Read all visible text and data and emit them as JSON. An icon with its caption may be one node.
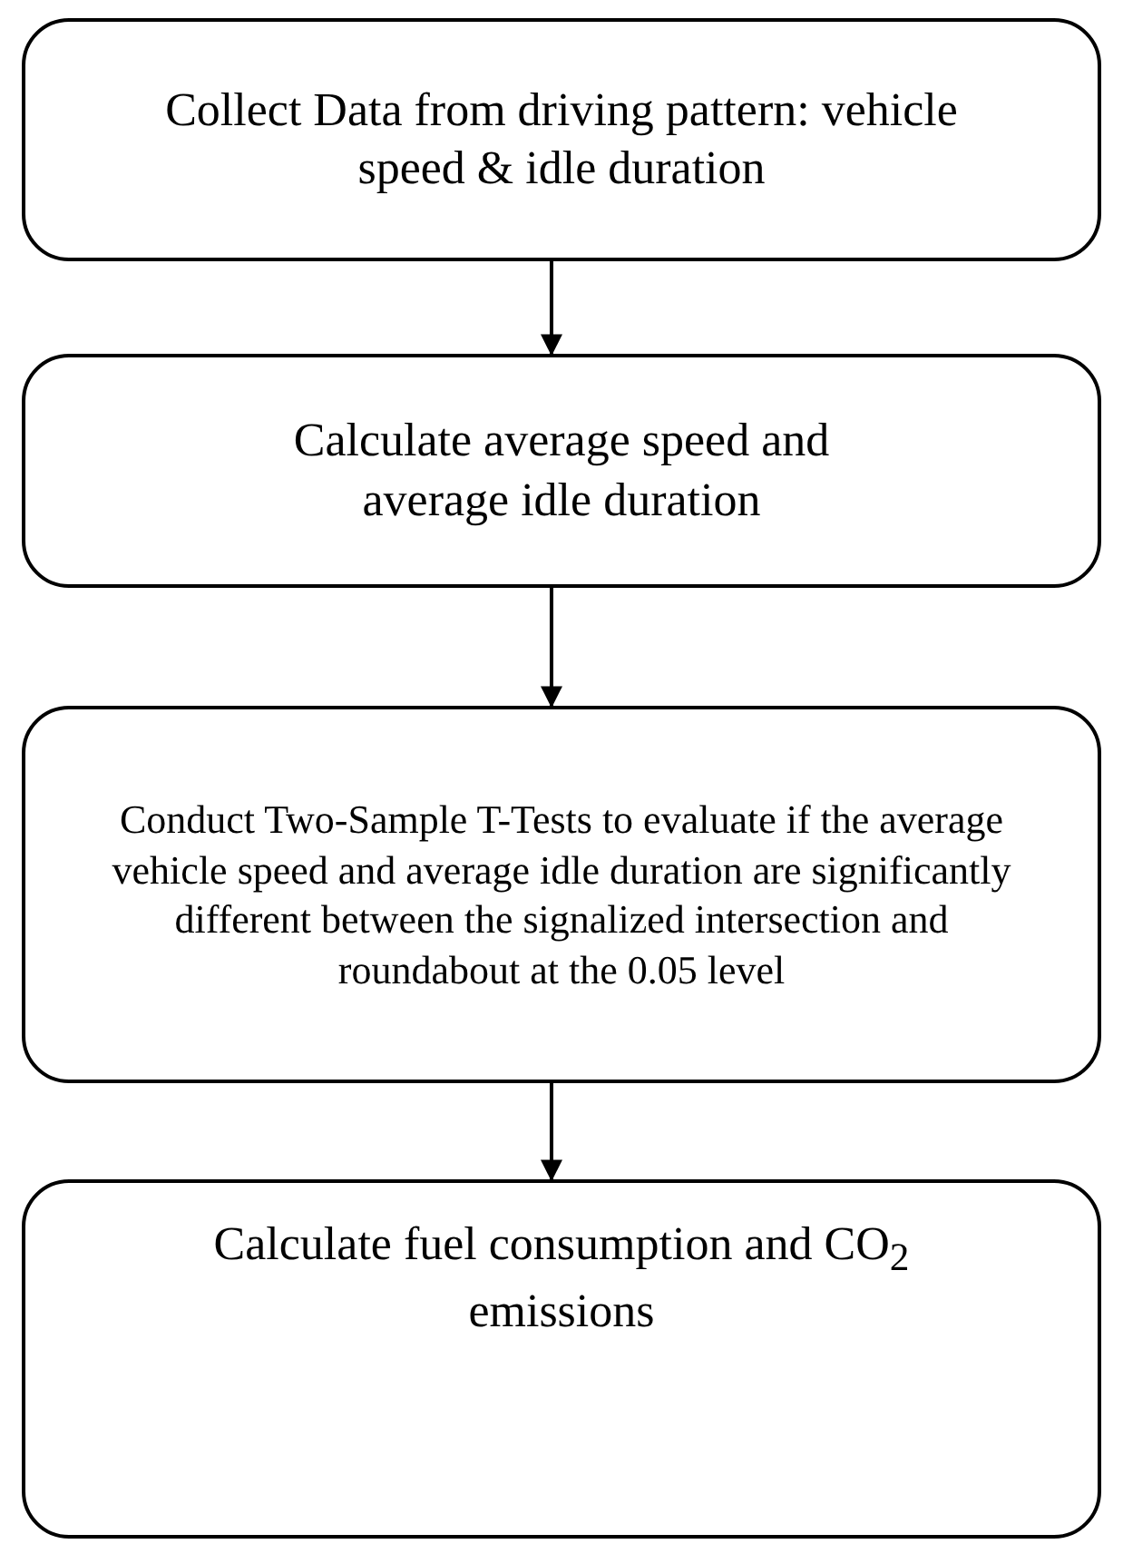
{
  "diagram": {
    "nodes": [
      {
        "text": [
          "Collect Data from driving pattern: vehicle speed & idle duration"
        ]
      },
      {
        "text": [
          "Calculate average speed and average idle duration"
        ]
      },
      {
        "text": [
          "Conduct Two-Sample T-Tests to evaluate if the average vehicle speed and average idle duration are significantly different between the signalized intersection and roundabout at the 0.05 level"
        ]
      },
      {
        "text": [
          "Calculate fuel consumption and CO$_{2}$ emissions"
        ]
      }
    ],
    "edges": [
      {
        "from": 0,
        "to": 1,
        "arrow": "to"
      },
      {
        "from": 1,
        "to": 2,
        "arrow": "to"
      },
      {
        "from": 2,
        "to": 3,
        "arrow": "to"
      }
    ]
  }
}
